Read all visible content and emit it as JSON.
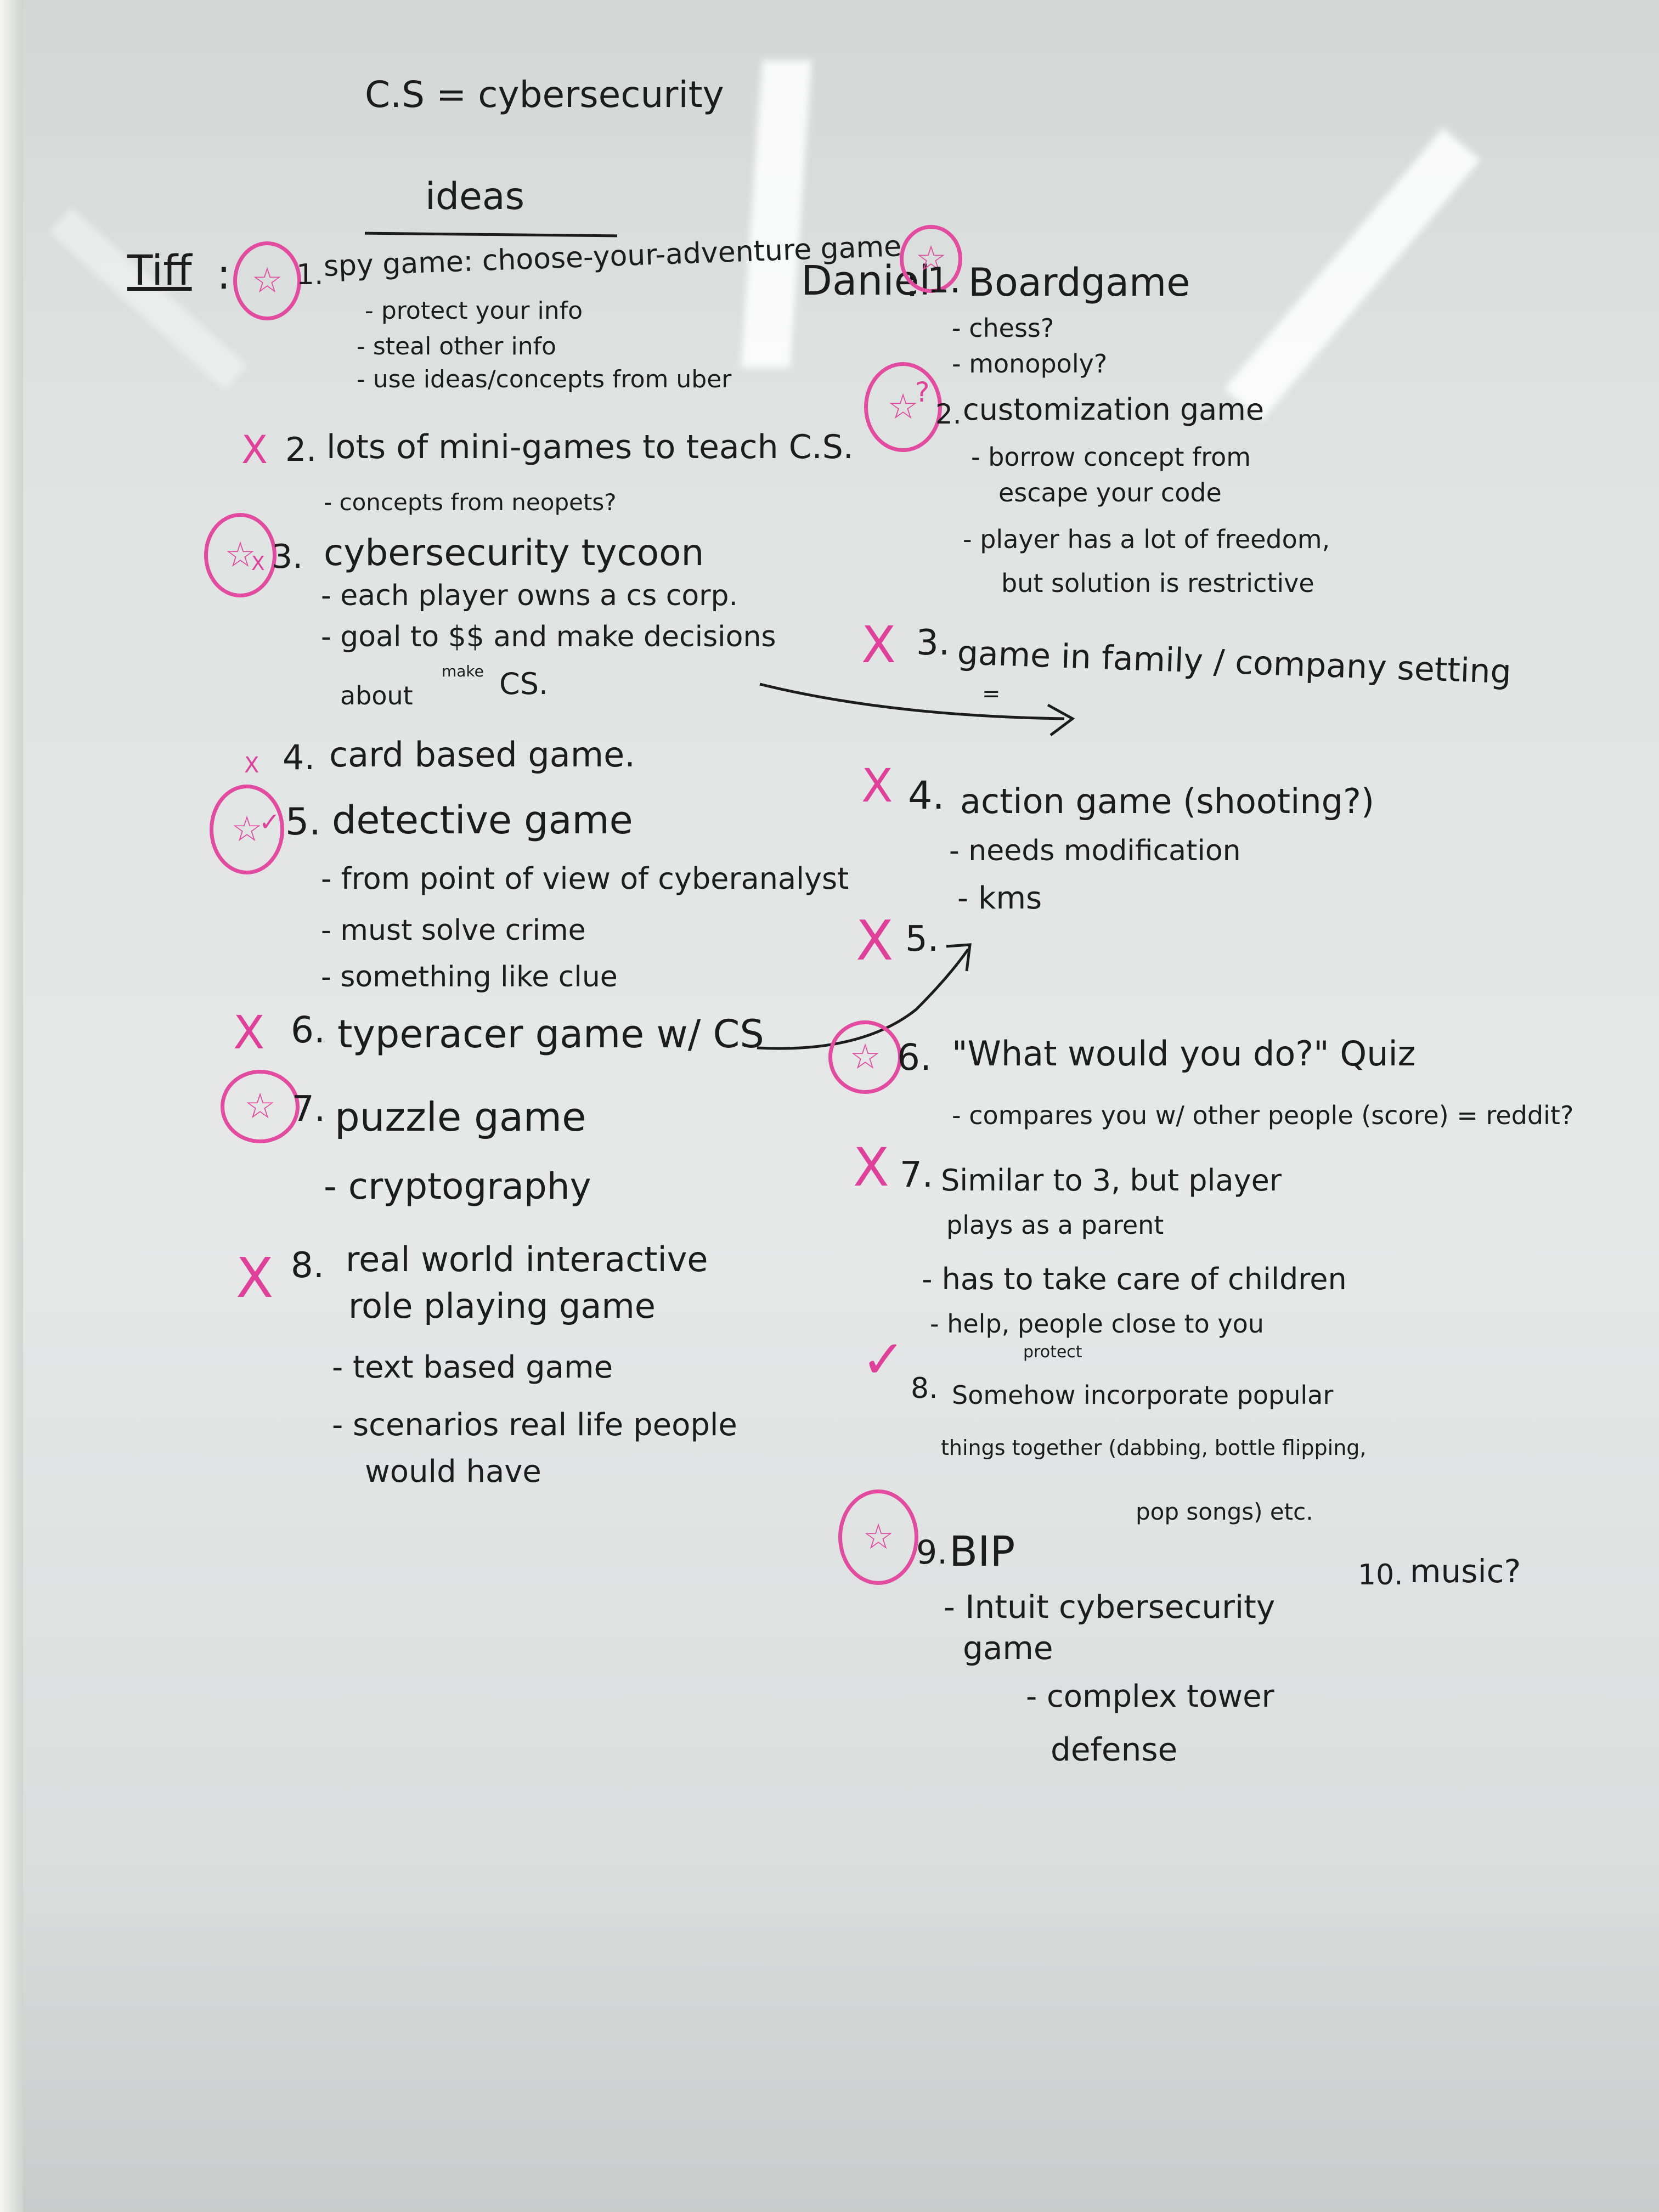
{
  "board": {
    "title": "C.S = cybersecurity",
    "heading": "ideas",
    "tiff": {
      "name": "Tiff",
      "items": [
        {
          "number": "1.",
          "text": "spy game: choose-your-adventure game",
          "sub": [
            "- protect your info",
            "- steal other info",
            "- use ideas/concepts from uber"
          ]
        },
        {
          "number": "2.",
          "text": "lots of mini-games to teach C.S.",
          "sub": [
            "- concepts from neopets?"
          ]
        },
        {
          "number": "3.",
          "text": "cybersecurity tycoon",
          "sub": [
            "- each player owns a cs corp.",
            "- goal to $$ and make decisions",
            "about",
            "make",
            "CS."
          ]
        },
        {
          "number": "4.",
          "text": "card based game."
        },
        {
          "number": "5.",
          "text": "detective game",
          "sub": [
            "- from point of view of cyberanalyst",
            "- must solve crime",
            "- something like clue"
          ]
        },
        {
          "number": "6.",
          "text": "typeracer game w/ CS"
        },
        {
          "number": "7.",
          "text": "puzzle game",
          "sub": [
            "- cryptography"
          ]
        },
        {
          "number": "8.",
          "text": "real world interactive",
          "text2": "role playing game",
          "sub": [
            "- text based game",
            "- scenarios real life people",
            "would have"
          ]
        }
      ]
    },
    "daniel": {
      "name": "Daniel",
      "items": [
        {
          "number": "1.",
          "text": "Boardgame",
          "sub": [
            "- chess?",
            "- monopoly?"
          ]
        },
        {
          "number": "2.",
          "text": "customization game",
          "sub": [
            "- borrow concept from",
            "escape your code",
            "- player has a lot of freedom,",
            "but solution is restrictive"
          ]
        },
        {
          "number": "3.",
          "text": "game in family / company setting",
          "sub": [
            "="
          ]
        },
        {
          "number": "4.",
          "text": "action game (shooting?)",
          "sub": [
            "- needs modification",
            "- kms"
          ]
        },
        {
          "number": "5.",
          "text": ""
        },
        {
          "number": "6.",
          "text": "\"What would you do?\" Quiz",
          "sub": [
            "- compares you w/ other people (score)  = reddit?"
          ]
        },
        {
          "number": "7.",
          "text": "Similar to 3, but player",
          "text2": "plays as a parent",
          "sub": [
            "- has to take care of children",
            "- help, people close to you",
            "protect"
          ]
        },
        {
          "number": "8.",
          "text": "Somehow incorporate popular",
          "text2": "things together (dabbing, bottle flipping,",
          "text3": "pop songs) etc."
        },
        {
          "number": "9.",
          "text": "BIP",
          "sub": [
            "- Intuit cybersecurity",
            "game",
            "- complex tower",
            "defense"
          ]
        },
        {
          "number": "10.",
          "text": "music?"
        }
      ]
    },
    "marks": {
      "x": "X",
      "star": "☆",
      "check": "✓",
      "question": "?",
      "ink_color": "#1c1c1c",
      "marker_color": "#e24b9f"
    }
  }
}
